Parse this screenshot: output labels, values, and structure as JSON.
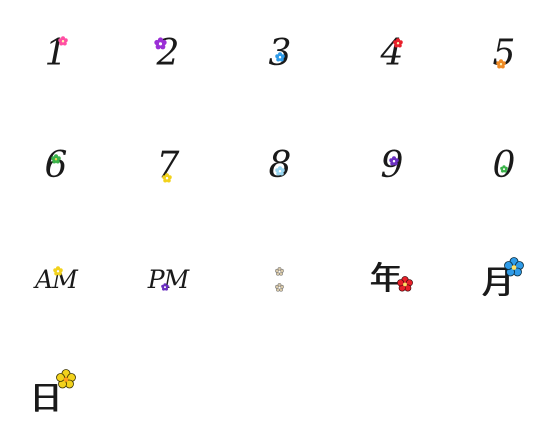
{
  "sheet": {
    "background": "#ffffff",
    "ink": "#1a1a1a"
  },
  "stamps": [
    {
      "id": "1",
      "text": "1",
      "flower_color": "#ff4fa3",
      "flower": "flower-icon"
    },
    {
      "id": "2",
      "text": "2",
      "flower_color": "#9b2fd6",
      "flower": "flower-icon"
    },
    {
      "id": "3",
      "text": "3",
      "flower_color": "#2f9be8",
      "flower": "flower-icon"
    },
    {
      "id": "4",
      "text": "4",
      "flower_color": "#e8202a",
      "flower": "flower-icon"
    },
    {
      "id": "5",
      "text": "5",
      "flower_color": "#f08a24",
      "flower": "flower-icon"
    },
    {
      "id": "6",
      "text": "6",
      "flower_color": "#3bb34a",
      "flower": "flower-icon"
    },
    {
      "id": "7",
      "text": "7",
      "flower_color": "#f2d21c",
      "flower": "flower-icon"
    },
    {
      "id": "8",
      "text": "8",
      "flower_color": "#9ad6f0",
      "flower": "flower-icon"
    },
    {
      "id": "9",
      "text": "9",
      "flower_color": "#6a2fc0",
      "flower": "flower-icon"
    },
    {
      "id": "0",
      "text": "0",
      "flower_color": "#3bb34a",
      "flower": "flower-icon"
    },
    {
      "id": "am",
      "text": "AM",
      "flower_color": "#f2d21c",
      "flower": "flower-icon"
    },
    {
      "id": "pm",
      "text": "PM",
      "flower_color": "#6a2fc0",
      "flower": "flower-icon"
    },
    {
      "id": "colon",
      "text": "",
      "flower_color": "#d9c9a8",
      "flower": "flower-icon"
    },
    {
      "id": "year",
      "text": "年",
      "flower_color": "#e8202a",
      "flower": "flower-icon"
    },
    {
      "id": "month",
      "text": "月",
      "flower_color": "#2f9be8",
      "flower": "flower-icon"
    },
    {
      "id": "day",
      "text": "日",
      "flower_color": "#f2d21c",
      "flower": "flower-icon"
    }
  ]
}
